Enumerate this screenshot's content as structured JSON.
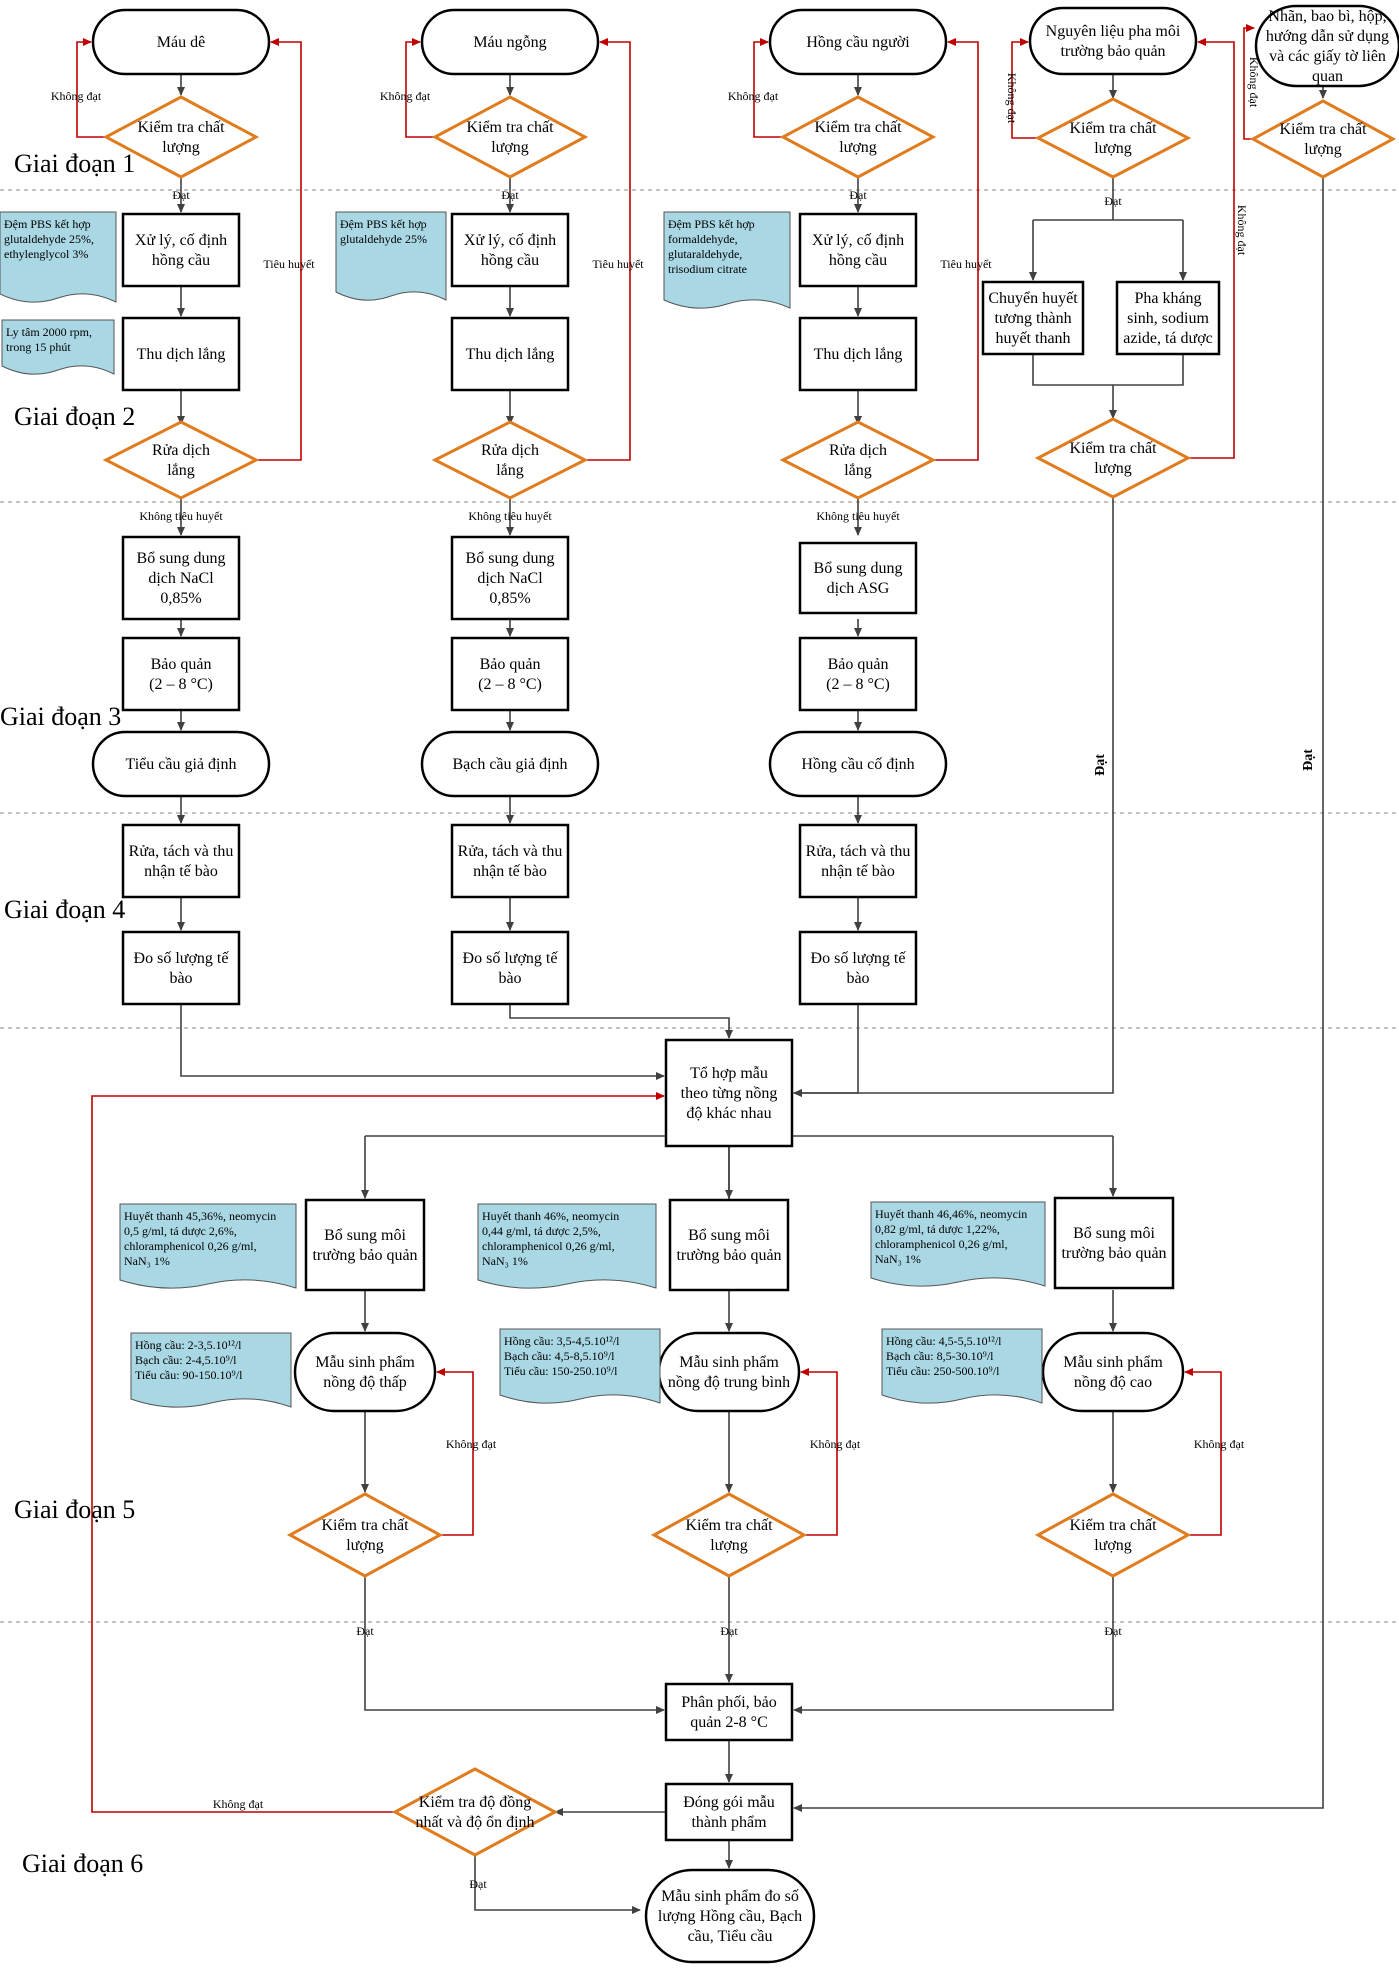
{
  "stages": [
    "Giai đoạn 1",
    "Giai đoạn 2",
    "Giai đoạn 3",
    "Giai đoạn 4",
    "Giai đoạn 5",
    "Giai đoạn 6"
  ],
  "starts": {
    "mau_de": "Máu dê",
    "mau_ngong": "Máu ngỗng",
    "hong_cau_nguoi": "Hồng cầu người",
    "nguyen_lieu": [
      "Nguyên liệu pha môi",
      "trường bảo quản"
    ],
    "nhan": [
      "Nhãn, bao bì, hộp,",
      "hướng dẫn sử dụng",
      "và các giấy tờ liên",
      "quan"
    ]
  },
  "qc": [
    "Kiểm tra chất",
    "lượng"
  ],
  "qc_rinse": [
    "Rửa dịch",
    "lắng"
  ],
  "qc_final": [
    "Kiểm tra độ đồng",
    "nhất và độ ổn định"
  ],
  "edge": {
    "dat": "Đạt",
    "khong_dat": "Không đạt",
    "tieu_huyet": "Tiêu huyết",
    "khong_tieu_huyet": "Không tiêu huyết"
  },
  "process": {
    "xu_ly": [
      "Xử lý, cố định",
      "hồng cầu"
    ],
    "thu_dich": "Thu dịch lắng",
    "nacl": [
      "Bổ sung dung",
      "dịch NaCl",
      "0,85%"
    ],
    "asg": [
      "Bổ sung dung",
      "dịch ASG"
    ],
    "bao_quan": [
      "Bảo quản",
      "(2 – 8 °C)"
    ],
    "rua_tach": [
      "Rửa, tách và thu",
      "nhận tế bào"
    ],
    "do_so": [
      "Đo số lượng tế",
      "bào"
    ],
    "chuyen_huyet": [
      "Chuyển huyết",
      "tương thành",
      "huyết thanh"
    ],
    "pha_khang": [
      "Pha kháng",
      "sinh, sodium",
      "azide, tá dược"
    ],
    "to_hop": [
      "Tổ hợp mẫu",
      "theo từng nồng",
      "độ khác nhau"
    ],
    "bo_sung_moi": [
      "Bổ sung môi",
      "trường bảo quản"
    ],
    "phan_phoi": [
      "Phân phối, bảo",
      "quản 2-8 °C"
    ],
    "dong_goi": [
      "Đóng gói mẫu",
      "thành phẩm"
    ]
  },
  "terminals": {
    "tieu_cau_gd": "Tiểu cầu giả định",
    "bach_cau_gd": "Bạch cầu giả định",
    "hong_cau_cd": "Hồng cầu cố định",
    "msp_thap": [
      "Mẫu sinh phẩm",
      "nồng độ thấp"
    ],
    "msp_tb": [
      "Mẫu sinh phẩm",
      "nồng độ trung bình"
    ],
    "msp_cao": [
      "Mẫu sinh phẩm",
      "nồng độ cao"
    ],
    "msp_final": [
      "Mẫu sinh phẩm đo số",
      "lượng Hồng cầu, Bạch",
      "cầu, Tiểu cầu"
    ]
  },
  "notes": {
    "pbs1": [
      "Đệm PBS kết hợp",
      "glutaldehyde 25%,",
      "ethylenglycol 3%"
    ],
    "ly_tam": [
      "Ly tâm 2000 rpm,",
      "trong 15 phút"
    ],
    "pbs2": [
      "Đệm PBS kết hợp",
      "glutaldehyde 25%"
    ],
    "pbs3": [
      "Đệm PBS kết hợp",
      "formaldehyde,",
      "glutaraldehyde,",
      "trisodium citrate"
    ],
    "ht1": [
      "Huyết thanh 45,36%, neomycin",
      "0,5 g/ml, tá dược 2,6%,",
      "chloramphenicol 0,26 g/ml,",
      "NaN₃ 1%"
    ],
    "ht2": [
      "Huyết thanh 46%, neomycin",
      "0,44 g/ml, tá dược 2,5%,",
      "chloramphenicol 0,26 g/ml,",
      "NaN₃ 1%"
    ],
    "ht3": [
      "Huyết thanh 46,46%, neomycin",
      "0,82 g/ml, tá dược 1,22%,",
      "chloramphenicol 0,26 g/ml,",
      "NaN₃ 1%"
    ],
    "c1": [
      "Hồng cầu: 2-3,5.10¹²/l",
      "Bạch cầu: 2-4,5.10⁹/l",
      "Tiểu cầu: 90-150.10⁹/l"
    ],
    "c2": [
      "Hồng cầu: 3,5-4,5.10¹²/l",
      "Bạch cầu: 4,5-8,5.10⁹/l",
      "Tiểu cầu: 150-250.10⁹/l"
    ],
    "c3": [
      "Hồng cầu: 4,5-5,5.10¹²/l",
      "Bạch cầu: 8,5-30.10⁹/l",
      "Tiểu cầu: 250-500.10⁹/l"
    ]
  },
  "colors": {
    "diamond": "#e07b1e",
    "red_line": "#c00000",
    "note_fill": "#a9d7e4",
    "arrow": "#404040"
  }
}
